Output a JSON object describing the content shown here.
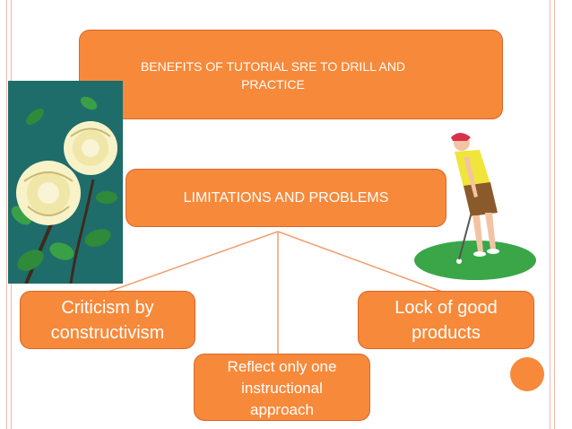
{
  "diagram": {
    "title": "BENEFITS OF TUTORIAL SRE TO DRILL AND\nPRACTICE",
    "center_node": "LIMITATIONS AND PROBLEMS",
    "children": [
      {
        "label": "Criticism by\nconstructivism"
      },
      {
        "label": "Reflect only one\ninstructional\napproach"
      },
      {
        "label": "Lock of good\nproducts"
      }
    ]
  },
  "colors": {
    "box_fill": "#f7893a",
    "box_border": "#d8672a",
    "connector": "#f0a070",
    "rules": "#f1b9a8"
  },
  "icons": {
    "left_image": "white-roses-clipart",
    "right_image": "golfer-clipart"
  }
}
